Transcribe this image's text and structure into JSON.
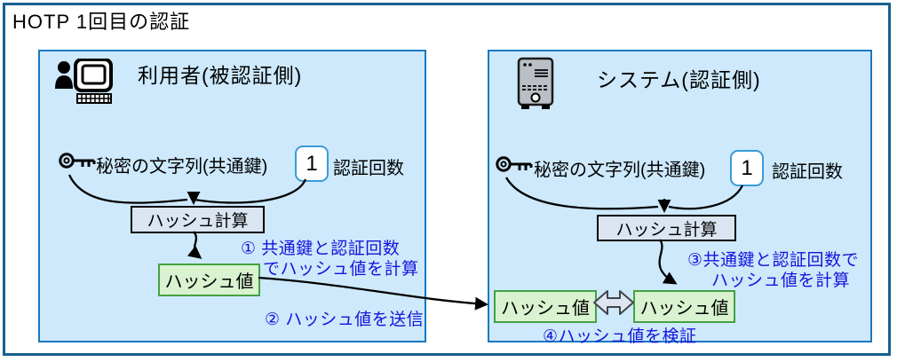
{
  "title": "HOTP 1回目の認証",
  "colors": {
    "outer_border": "#17618f",
    "panel_border": "#1779c1",
    "panel_fill": "#cde9fb",
    "hash_calc_fill": "#dbe5f1",
    "hash_value_fill": "#d9f2d0",
    "hash_value_border": "#44a244",
    "counter_border": "#3a9ad8",
    "note_blue": "#1414dd",
    "arrow_black": "#000000",
    "compare_arrow_fill": "#dde6f0",
    "compare_arrow_stroke": "#3f4448",
    "server_gray": "#b9bfc4"
  },
  "left_panel": {
    "heading": "利用者(被認証側)",
    "secret_label": "秘密の文字列(共通鍵)",
    "counter_value": "1",
    "counter_label": "認証回数",
    "hash_calc_label": "ハッシュ計算",
    "hash_value_label": "ハッシュ値",
    "note1_line1": "① 共通鍵と認証回数",
    "note1_line2": "でハッシュ値を計算",
    "note2": "② ハッシュ値を送信"
  },
  "right_panel": {
    "heading": "システム(認証側)",
    "secret_label": "秘密の文字列(共通鍵)",
    "counter_value": "1",
    "counter_label": "認証回数",
    "hash_calc_label": "ハッシュ計算",
    "hash_value_received_label": "ハッシュ値",
    "hash_value_computed_label": "ハッシュ値",
    "note3_line1": "③共通鍵と認証回数で",
    "note3_line2": "ハッシュ値を計算",
    "note4": "④ハッシュ値を検証"
  }
}
